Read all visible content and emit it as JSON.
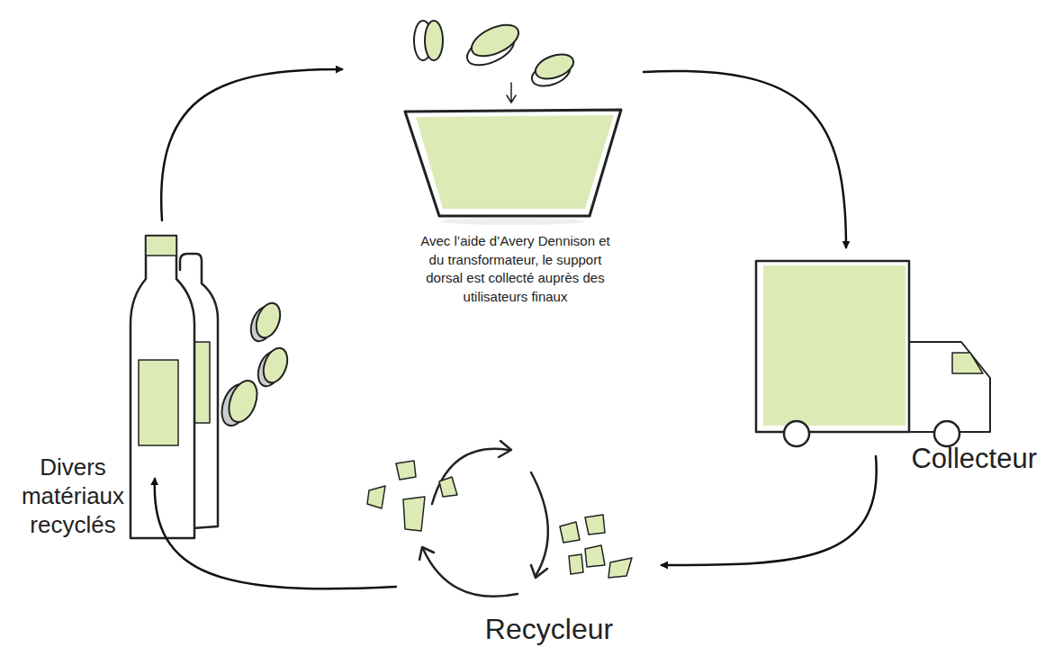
{
  "diagram": {
    "nodes": [
      {
        "text": [
          "Avec l’aide d’Avery Dennison et du transformateur, le support dorsal est collecté auprès des utilisateurs finaux"
        ]
      },
      {
        "text": [
          "Collecteur"
        ]
      },
      {
        "text": [
          "Recycleur"
        ]
      },
      {
        "text": [
          "Divers matériaux recyclés"
        ]
      }
    ],
    "edges": [
      {
        "from": 0,
        "to": 1,
        "arrow": "to"
      },
      {
        "from": 1,
        "to": 2,
        "arrow": "to"
      },
      {
        "from": 2,
        "to": 3,
        "arrow": "to"
      },
      {
        "from": 3,
        "to": 0,
        "arrow": "to"
      }
    ]
  }
}
